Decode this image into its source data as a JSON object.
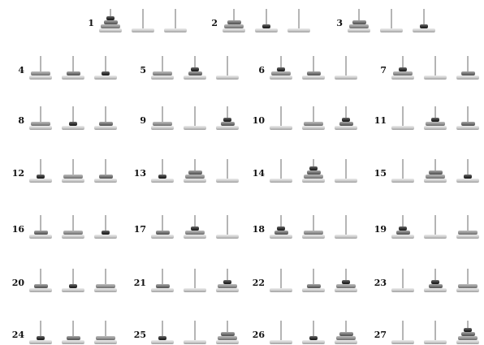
{
  "puzzle": {
    "title": "",
    "disk_colors": {
      "small": "#2e2e2e",
      "medium": "#6d6d6d",
      "large": "#8f8f8f"
    },
    "configurations": [
      {
        "label": "1",
        "pegs": [
          [
            3,
            2,
            1
          ],
          [],
          []
        ]
      },
      {
        "label": "2",
        "pegs": [
          [
            3,
            2
          ],
          [
            1
          ],
          []
        ]
      },
      {
        "label": "3",
        "pegs": [
          [
            3,
            2
          ],
          [],
          [
            1
          ]
        ]
      },
      {
        "label": "4",
        "pegs": [
          [
            3
          ],
          [
            2
          ],
          [
            1
          ]
        ]
      },
      {
        "label": "5",
        "pegs": [
          [
            3
          ],
          [
            2,
            1
          ],
          []
        ]
      },
      {
        "label": "6",
        "pegs": [
          [
            3,
            1
          ],
          [
            2
          ],
          []
        ]
      },
      {
        "label": "7",
        "pegs": [
          [
            3,
            1
          ],
          [],
          [
            2
          ]
        ]
      },
      {
        "label": "8",
        "pegs": [
          [
            3
          ],
          [
            1
          ],
          [
            2
          ]
        ]
      },
      {
        "label": "9",
        "pegs": [
          [
            3
          ],
          [],
          [
            2,
            1
          ]
        ]
      },
      {
        "label": "10",
        "pegs": [
          [],
          [
            3
          ],
          [
            2,
            1
          ]
        ]
      },
      {
        "label": "11",
        "pegs": [
          [],
          [
            3,
            1
          ],
          [
            2
          ]
        ]
      },
      {
        "label": "12",
        "pegs": [
          [
            1
          ],
          [
            3
          ],
          [
            2
          ]
        ]
      },
      {
        "label": "13",
        "pegs": [
          [
            1
          ],
          [
            3,
            2
          ],
          []
        ]
      },
      {
        "label": "14",
        "pegs": [
          [],
          [
            3,
            2,
            1
          ],
          []
        ]
      },
      {
        "label": "15",
        "pegs": [
          [],
          [
            3,
            2
          ],
          [
            1
          ]
        ]
      },
      {
        "label": "16",
        "pegs": [
          [
            2
          ],
          [
            3
          ],
          [
            1
          ]
        ]
      },
      {
        "label": "17",
        "pegs": [
          [
            2
          ],
          [
            3,
            1
          ],
          []
        ]
      },
      {
        "label": "18",
        "pegs": [
          [
            2,
            1
          ],
          [
            3
          ],
          []
        ]
      },
      {
        "label": "19",
        "pegs": [
          [
            2,
            1
          ],
          [],
          [
            3
          ]
        ]
      },
      {
        "label": "20",
        "pegs": [
          [
            2
          ],
          [
            1
          ],
          [
            3
          ]
        ]
      },
      {
        "label": "21",
        "pegs": [
          [
            2
          ],
          [],
          [
            3,
            1
          ]
        ]
      },
      {
        "label": "22",
        "pegs": [
          [],
          [
            2
          ],
          [
            3,
            1
          ]
        ]
      },
      {
        "label": "23",
        "pegs": [
          [],
          [
            2,
            1
          ],
          [
            3
          ]
        ]
      },
      {
        "label": "24",
        "pegs": [
          [
            1
          ],
          [
            2
          ],
          [
            3
          ]
        ]
      },
      {
        "label": "25",
        "pegs": [
          [
            1
          ],
          [],
          [
            3,
            2
          ]
        ]
      },
      {
        "label": "26",
        "pegs": [
          [],
          [
            1
          ],
          [
            3,
            2
          ]
        ]
      },
      {
        "label": "27",
        "pegs": [
          [],
          [],
          [
            3,
            2,
            1
          ]
        ]
      }
    ]
  }
}
